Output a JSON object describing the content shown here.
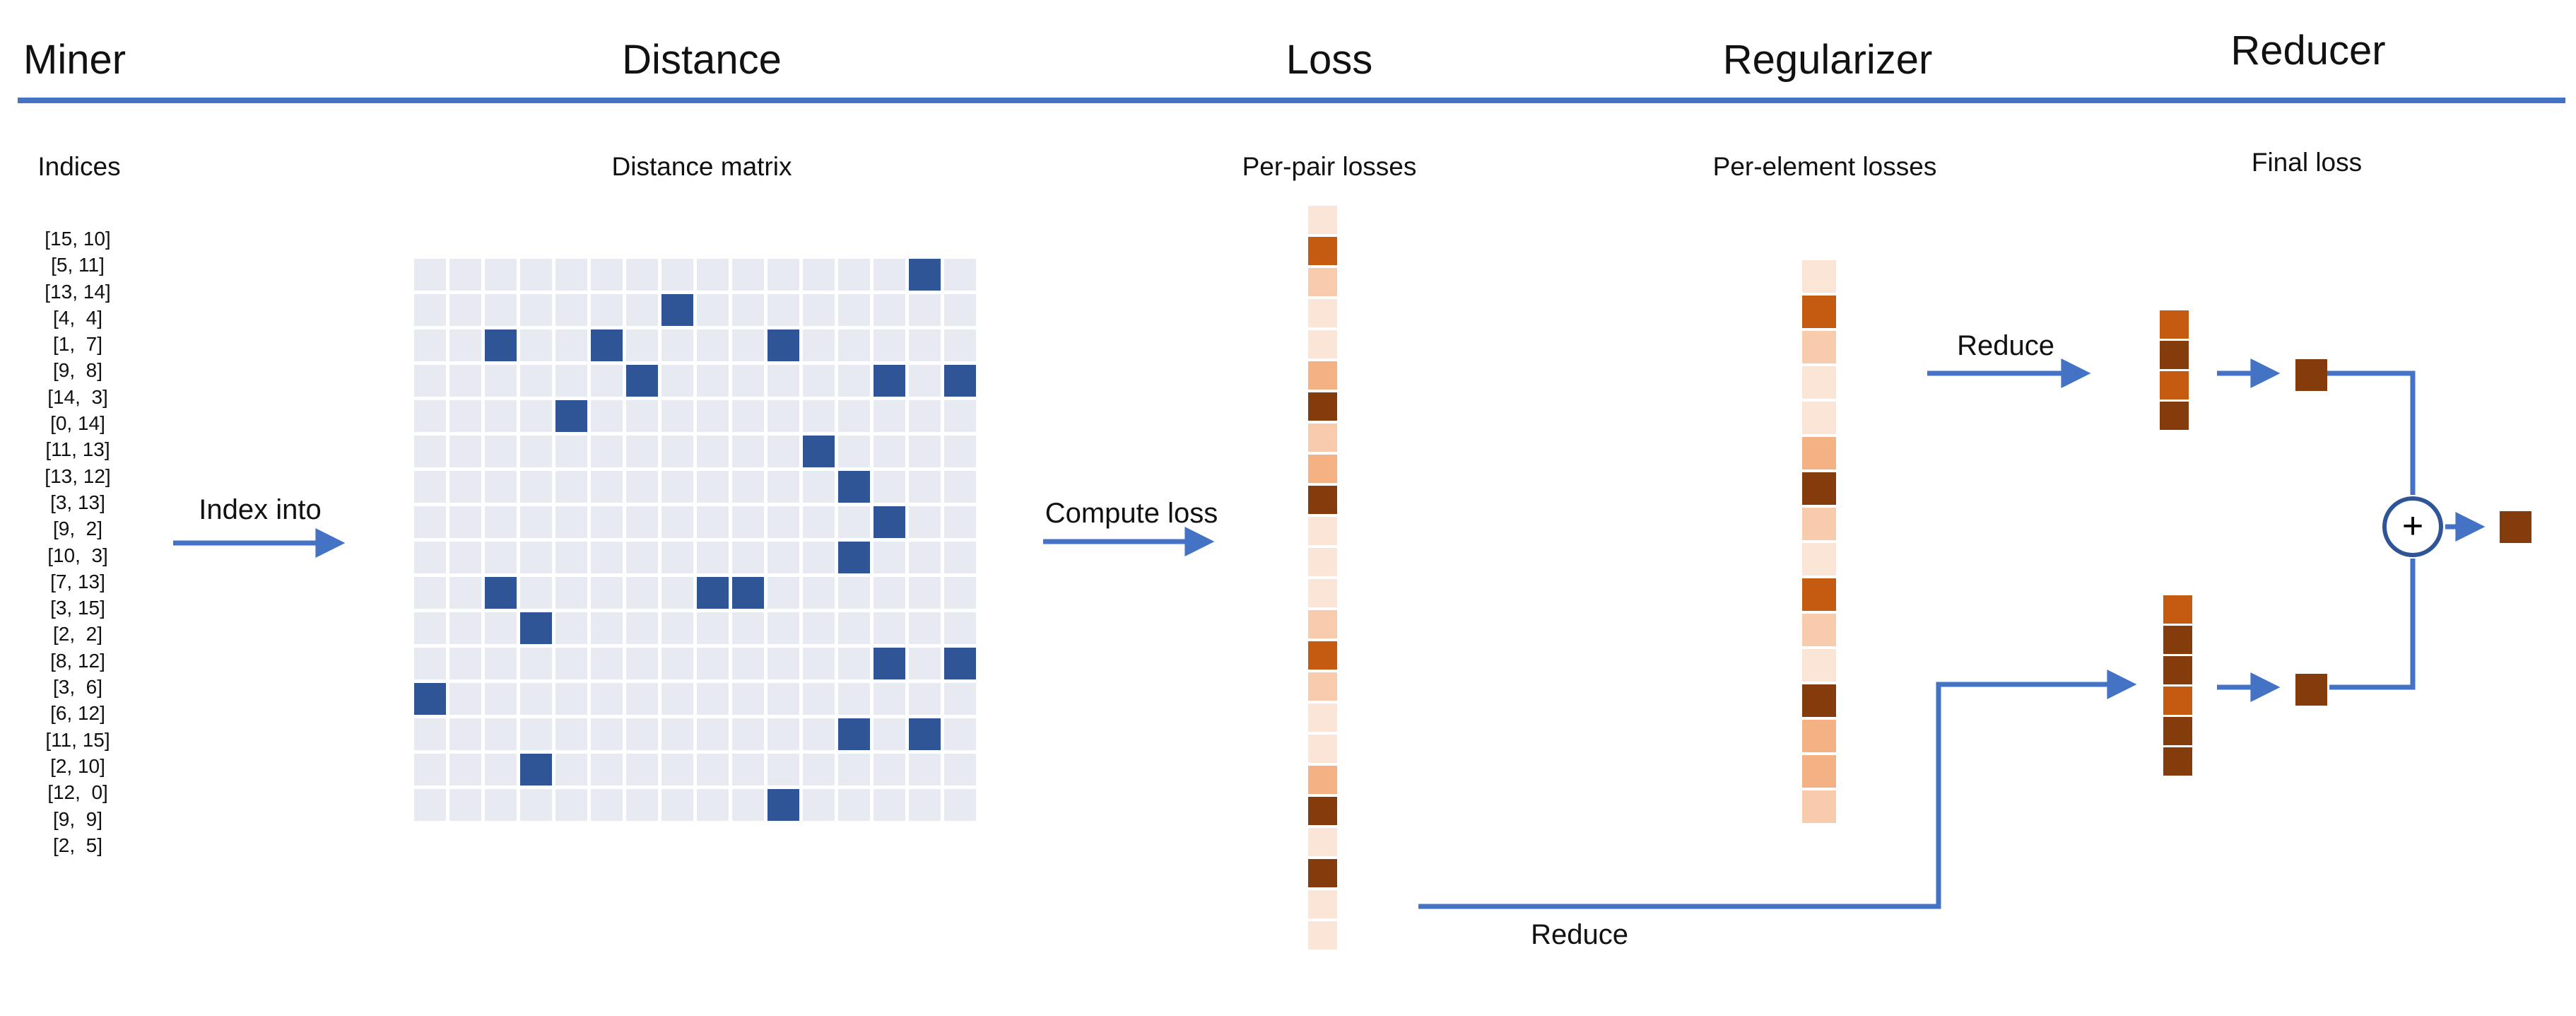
{
  "header": {
    "titles": [
      {
        "id": "miner",
        "label": "Miner"
      },
      {
        "id": "distance",
        "label": "Distance"
      },
      {
        "id": "loss",
        "label": "Loss"
      },
      {
        "id": "regularizer",
        "label": "Regularizer"
      },
      {
        "id": "reducer",
        "label": "Reducer"
      }
    ]
  },
  "sections": {
    "miner": {
      "sublabel": "Indices",
      "indices": [
        "[15, 10]",
        "[5, 11]",
        "[13, 14]",
        "[4,  4]",
        "[1,  7]",
        "[9,  8]",
        "[14,  3]",
        "[0, 14]",
        "[11, 13]",
        "[13, 12]",
        "[3, 13]",
        "[9,  2]",
        "[10,  3]",
        "[7, 13]",
        "[3, 15]",
        "[2,  2]",
        "[8, 12]",
        "[3,  6]",
        "[6, 12]",
        "[11, 15]",
        "[2, 10]",
        "[12,  0]",
        "[9,  9]",
        "[2,  5]"
      ]
    },
    "distance": {
      "sublabel": "Distance matrix",
      "matrix": {
        "rows": 16,
        "cols": 16,
        "highlighted_cells": [
          [
            0,
            14
          ],
          [
            1,
            7
          ],
          [
            2,
            2
          ],
          [
            2,
            5
          ],
          [
            2,
            10
          ],
          [
            3,
            6
          ],
          [
            3,
            13
          ],
          [
            3,
            15
          ],
          [
            4,
            4
          ],
          [
            5,
            11
          ],
          [
            6,
            12
          ],
          [
            7,
            13
          ],
          [
            8,
            12
          ],
          [
            9,
            2
          ],
          [
            9,
            8
          ],
          [
            9,
            9
          ],
          [
            10,
            3
          ],
          [
            11,
            13
          ],
          [
            11,
            15
          ],
          [
            12,
            0
          ],
          [
            13,
            12
          ],
          [
            13,
            14
          ],
          [
            14,
            3
          ],
          [
            15,
            10
          ]
        ]
      }
    },
    "loss": {
      "sublabel": "Per-pair losses",
      "cells": [
        "L1",
        "DO",
        "L2",
        "L1",
        "L1",
        "M",
        "DB",
        "L2",
        "M",
        "DB",
        "L1",
        "L1",
        "L1",
        "L2",
        "DO",
        "L2",
        "L1",
        "L1",
        "M",
        "DB",
        "L1",
        "DB",
        "L1",
        "L1"
      ]
    },
    "regularizer": {
      "sublabel": "Per-element losses",
      "cells": [
        "L1",
        "DO",
        "L2",
        "L1",
        "L1",
        "M",
        "DB",
        "L2",
        "L1",
        "DO",
        "L2",
        "L1",
        "DB",
        "M",
        "M",
        "L2"
      ]
    },
    "reducer": {
      "sublabel": "Final loss",
      "top_strip": [
        "DO",
        "DB",
        "DO",
        "DB"
      ],
      "bottom_strip": [
        "DO",
        "DB",
        "DB",
        "DO",
        "DB",
        "DB"
      ],
      "reduced_square_top": "DB",
      "reduced_square_bottom": "DB",
      "final_loss_square": "DB",
      "plus_symbol": "+"
    }
  },
  "flow_labels": {
    "index_into": "Index into",
    "compute_loss": "Compute loss",
    "reduce_top": "Reduce",
    "reduce_bottom": "Reduce"
  },
  "colors": {
    "accent_blue": "#4472C4",
    "circle_stroke": "#2F5597",
    "matrix_light": "#E8EAF2",
    "matrix_dark": "#2F5597",
    "palette": {
      "L1": "#FBE5D6",
      "L2": "#F8CBAD",
      "M": "#F4B183",
      "DO": "#C55A11",
      "DB": "#843C0C"
    }
  }
}
